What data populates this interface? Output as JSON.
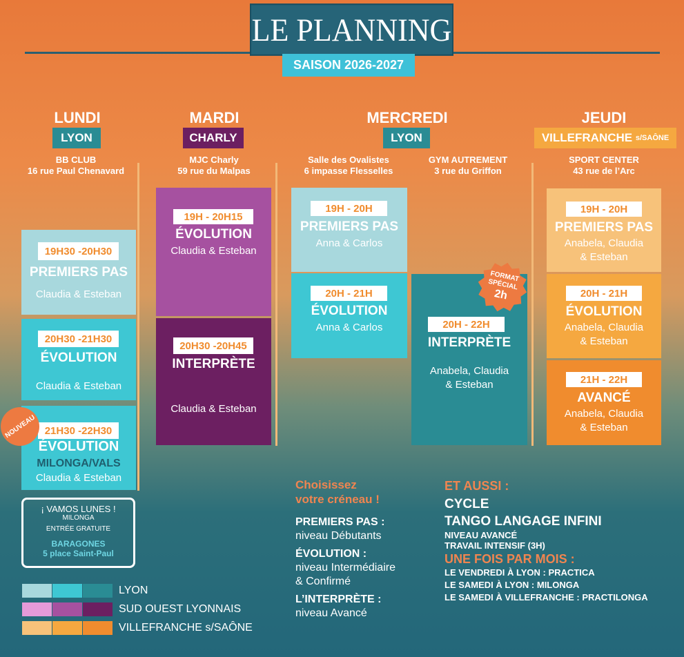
{
  "header": {
    "title": "LE PLANNING",
    "season": "SAISON 2026-2027"
  },
  "days": {
    "lundi": {
      "name": "LUNDI",
      "city": "LYON",
      "venue_name": "BB CLUB",
      "venue_address": "16 rue Paul Chenavard"
    },
    "mardi": {
      "name": "MARDI",
      "city": "CHARLY",
      "venue_name": "MJC Charly",
      "venue_address": "59 rue du Malpas"
    },
    "mercredi": {
      "name": "MERCREDI",
      "city": "LYON",
      "venue1_name": "Salle des Ovalistes",
      "venue1_address": "6 impasse Flesselles",
      "venue2_name": "GYM AUTREMENT",
      "venue2_address": "3 rue du Griffon"
    },
    "jeudi": {
      "name": "JEUDI",
      "city": "VILLEFRANCHE",
      "city_suffix": "s/SAÔNE",
      "venue_name": "SPORT CENTER",
      "venue_address": "43 rue de l’Arc"
    }
  },
  "classes": {
    "lundi": [
      {
        "time": "19H30 -20H30",
        "title": "PREMIERS PAS",
        "teachers": "Claudia & Esteban"
      },
      {
        "time": "20H30 -21H30",
        "title": "ÉVOLUTION",
        "teachers": "Claudia & Esteban"
      },
      {
        "time": "21H30 -22H30",
        "title": "ÉVOLUTION",
        "subtitle": "MILONGA/VALS",
        "teachers": "Claudia & Esteban"
      }
    ],
    "mardi": [
      {
        "time": "19H - 20H15",
        "title": "ÉVOLUTION",
        "teachers": "Claudia & Esteban"
      },
      {
        "time": "20H30 -20H45",
        "title": "INTERPRÈTE",
        "teachers": "Claudia & Esteban"
      }
    ],
    "mercredi": [
      {
        "time": "19H - 20H",
        "title": "PREMIERS PAS",
        "teachers": "Anna & Carlos"
      },
      {
        "time": "20H - 21H",
        "title": "ÉVOLUTION",
        "teachers": "Anna & Carlos"
      },
      {
        "time": "20H - 22H",
        "title": "INTERPRÈTE",
        "teachers_l1": "Anabela, Claudia",
        "teachers_l2": "& Esteban"
      }
    ],
    "jeudi": [
      {
        "time": "19H - 20H",
        "title": "PREMIERS PAS",
        "teachers_l1": "Anabela, Claudia",
        "teachers_l2": "& Esteban"
      },
      {
        "time": "20H - 21H",
        "title": "ÉVOLUTION",
        "teachers_l1": "Anabela, Claudia",
        "teachers_l2": "& Esteban"
      },
      {
        "time": "21H - 22H",
        "title": "AVANCÉ",
        "teachers_l1": "Anabela, Claudia",
        "teachers_l2": "& Esteban"
      }
    ]
  },
  "badges": {
    "nouveau": "NOUVEAU",
    "format_l1": "FORMAT",
    "format_l2": "SPÉCIAL",
    "format_l3": "2h"
  },
  "vamos": {
    "title": "¡ VAMOS LUNES !",
    "l1": "MILONGA",
    "l2": "ENTRÉE GRATUITE",
    "venue": "BARAGONES",
    "address": "5 place Saint-Paul"
  },
  "legend": [
    {
      "label": "LYON",
      "colors": [
        "#a8d8dd",
        "#3ec7d3",
        "#2a8c94"
      ]
    },
    {
      "label": "SUD OUEST LYONNAIS",
      "colors": [
        "#e59ad9",
        "#a651a0",
        "#6c1f61"
      ]
    },
    {
      "label": "VILLEFRANCHE s/SAÔNE",
      "colors": [
        "#f7c27a",
        "#f5a840",
        "#f08c2e"
      ]
    }
  ],
  "choose": {
    "title_l1": "Choisissez",
    "title_l2": "votre créneau !",
    "items": [
      {
        "name": "PREMIERS PAS :",
        "desc_l1": "niveau Débutants"
      },
      {
        "name": "ÉVOLUTION :",
        "desc_l1": "niveau Intermédiaire",
        "desc_l2": "& Confirmé"
      },
      {
        "name": "L’INTERPRÈTE :",
        "desc_l1": "niveau Avancé"
      }
    ]
  },
  "also": {
    "title": "ET AUSSI :",
    "cycle_l1": "CYCLE",
    "cycle_l2": "TANGO LANGAGE INFINI",
    "level": "NIVEAU AVANCÉ",
    "work": "TRAVAIL INTENSIF (3H)",
    "monthly_title": "UNE FOIS PAR MOIS :",
    "monthly": [
      "LE VENDREDI À LYON : PRACTICA",
      "LE SAMEDI À LYON : MILONGA",
      "LE SAMEDI À VILLEFRANCHE : PRACTILONGA"
    ]
  }
}
